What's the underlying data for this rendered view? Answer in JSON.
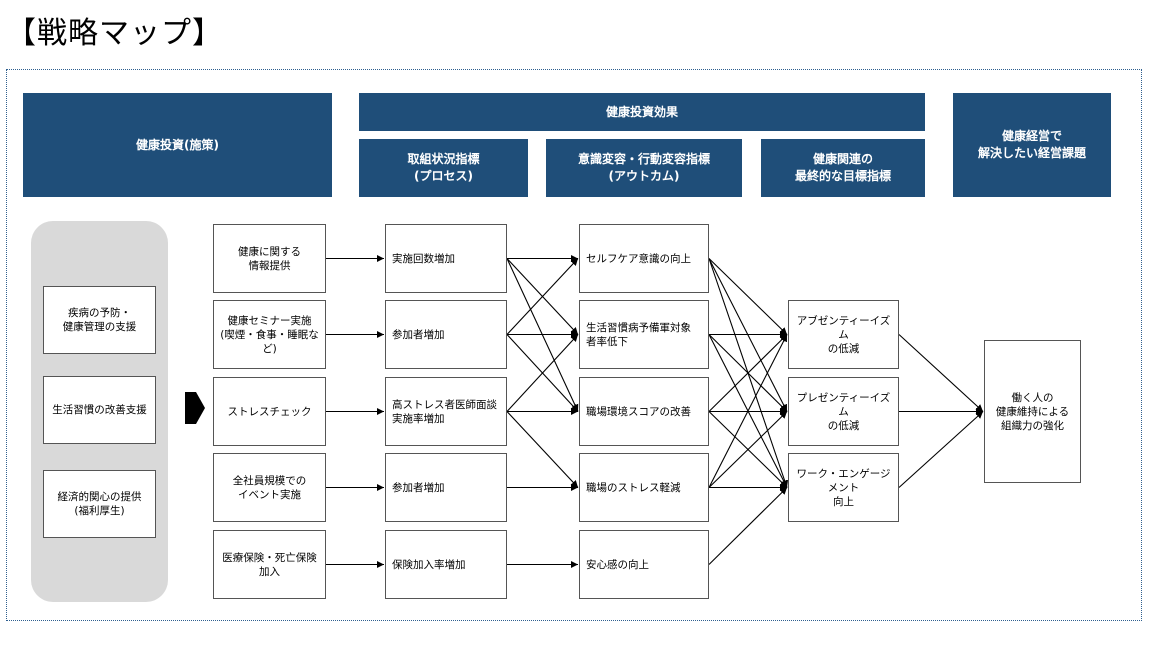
{
  "title": "【戦略マップ】",
  "headers": {
    "investment": "健康投資(施策)",
    "effect": "健康投資効果",
    "process": "取組状況指標\n(プロセス)",
    "outcome": "意識変容・行動変容指標\n(アウトカム)",
    "final": "健康関連の\n最終的な目標指標",
    "issue": "健康経営で\n解決したい経営課題"
  },
  "categories": [
    "疾病の予防・\n健康管理の支援",
    "生活習慣の改善支援",
    "経済的関心の提供\n(福利厚生)"
  ],
  "measures": [
    "健康に関する\n情報提供",
    "健康セミナー実施\n(喫煙・食事・睡眠な\nど)",
    "ストレスチェック",
    "全社員規模での\nイベント実施",
    "医療保険・死亡保険\n加入"
  ],
  "process": [
    "実施回数増加",
    "参加者増加",
    "高ストレス者医師面談\n実施率増加",
    "参加者増加",
    "保険加入率増加"
  ],
  "outcome": [
    "セルフケア意識の向上",
    "生活習慣病予備軍対象\n者率低下",
    "職場環境スコアの改善",
    "職場のストレス軽減",
    "安心感の向上"
  ],
  "final": [
    "アブゼンティーイズム\nの低減",
    "プレゼンティーイズム\nの低減",
    "ワーク・エンゲージメント\n向上"
  ],
  "goal": "働く人の\n健康維持による\n組織力の強化",
  "colors": {
    "header_bg": "#1f4e79",
    "header_text": "#ffffff",
    "frame_border": "#2f5f8f",
    "category_bg": "#d9d9d9"
  },
  "edges": [
    [
      "m0",
      "p0"
    ],
    [
      "m1",
      "p1"
    ],
    [
      "m2",
      "p2"
    ],
    [
      "m3",
      "p3"
    ],
    [
      "m4",
      "p4"
    ],
    [
      "p0",
      "o0"
    ],
    [
      "p0",
      "o1"
    ],
    [
      "p0",
      "o2"
    ],
    [
      "p1",
      "o0"
    ],
    [
      "p1",
      "o1"
    ],
    [
      "p1",
      "o2"
    ],
    [
      "p2",
      "o1"
    ],
    [
      "p2",
      "o2"
    ],
    [
      "p2",
      "o3"
    ],
    [
      "p3",
      "o3"
    ],
    [
      "p4",
      "o4"
    ],
    [
      "o0",
      "f0"
    ],
    [
      "o0",
      "f1"
    ],
    [
      "o0",
      "f2"
    ],
    [
      "o1",
      "f0"
    ],
    [
      "o1",
      "f1"
    ],
    [
      "o1",
      "f2"
    ],
    [
      "o2",
      "f0"
    ],
    [
      "o2",
      "f1"
    ],
    [
      "o2",
      "f2"
    ],
    [
      "o3",
      "f0"
    ],
    [
      "o3",
      "f1"
    ],
    [
      "o3",
      "f2"
    ],
    [
      "o4",
      "f2"
    ],
    [
      "f0",
      "g"
    ],
    [
      "f1",
      "g"
    ],
    [
      "f2",
      "g"
    ]
  ]
}
